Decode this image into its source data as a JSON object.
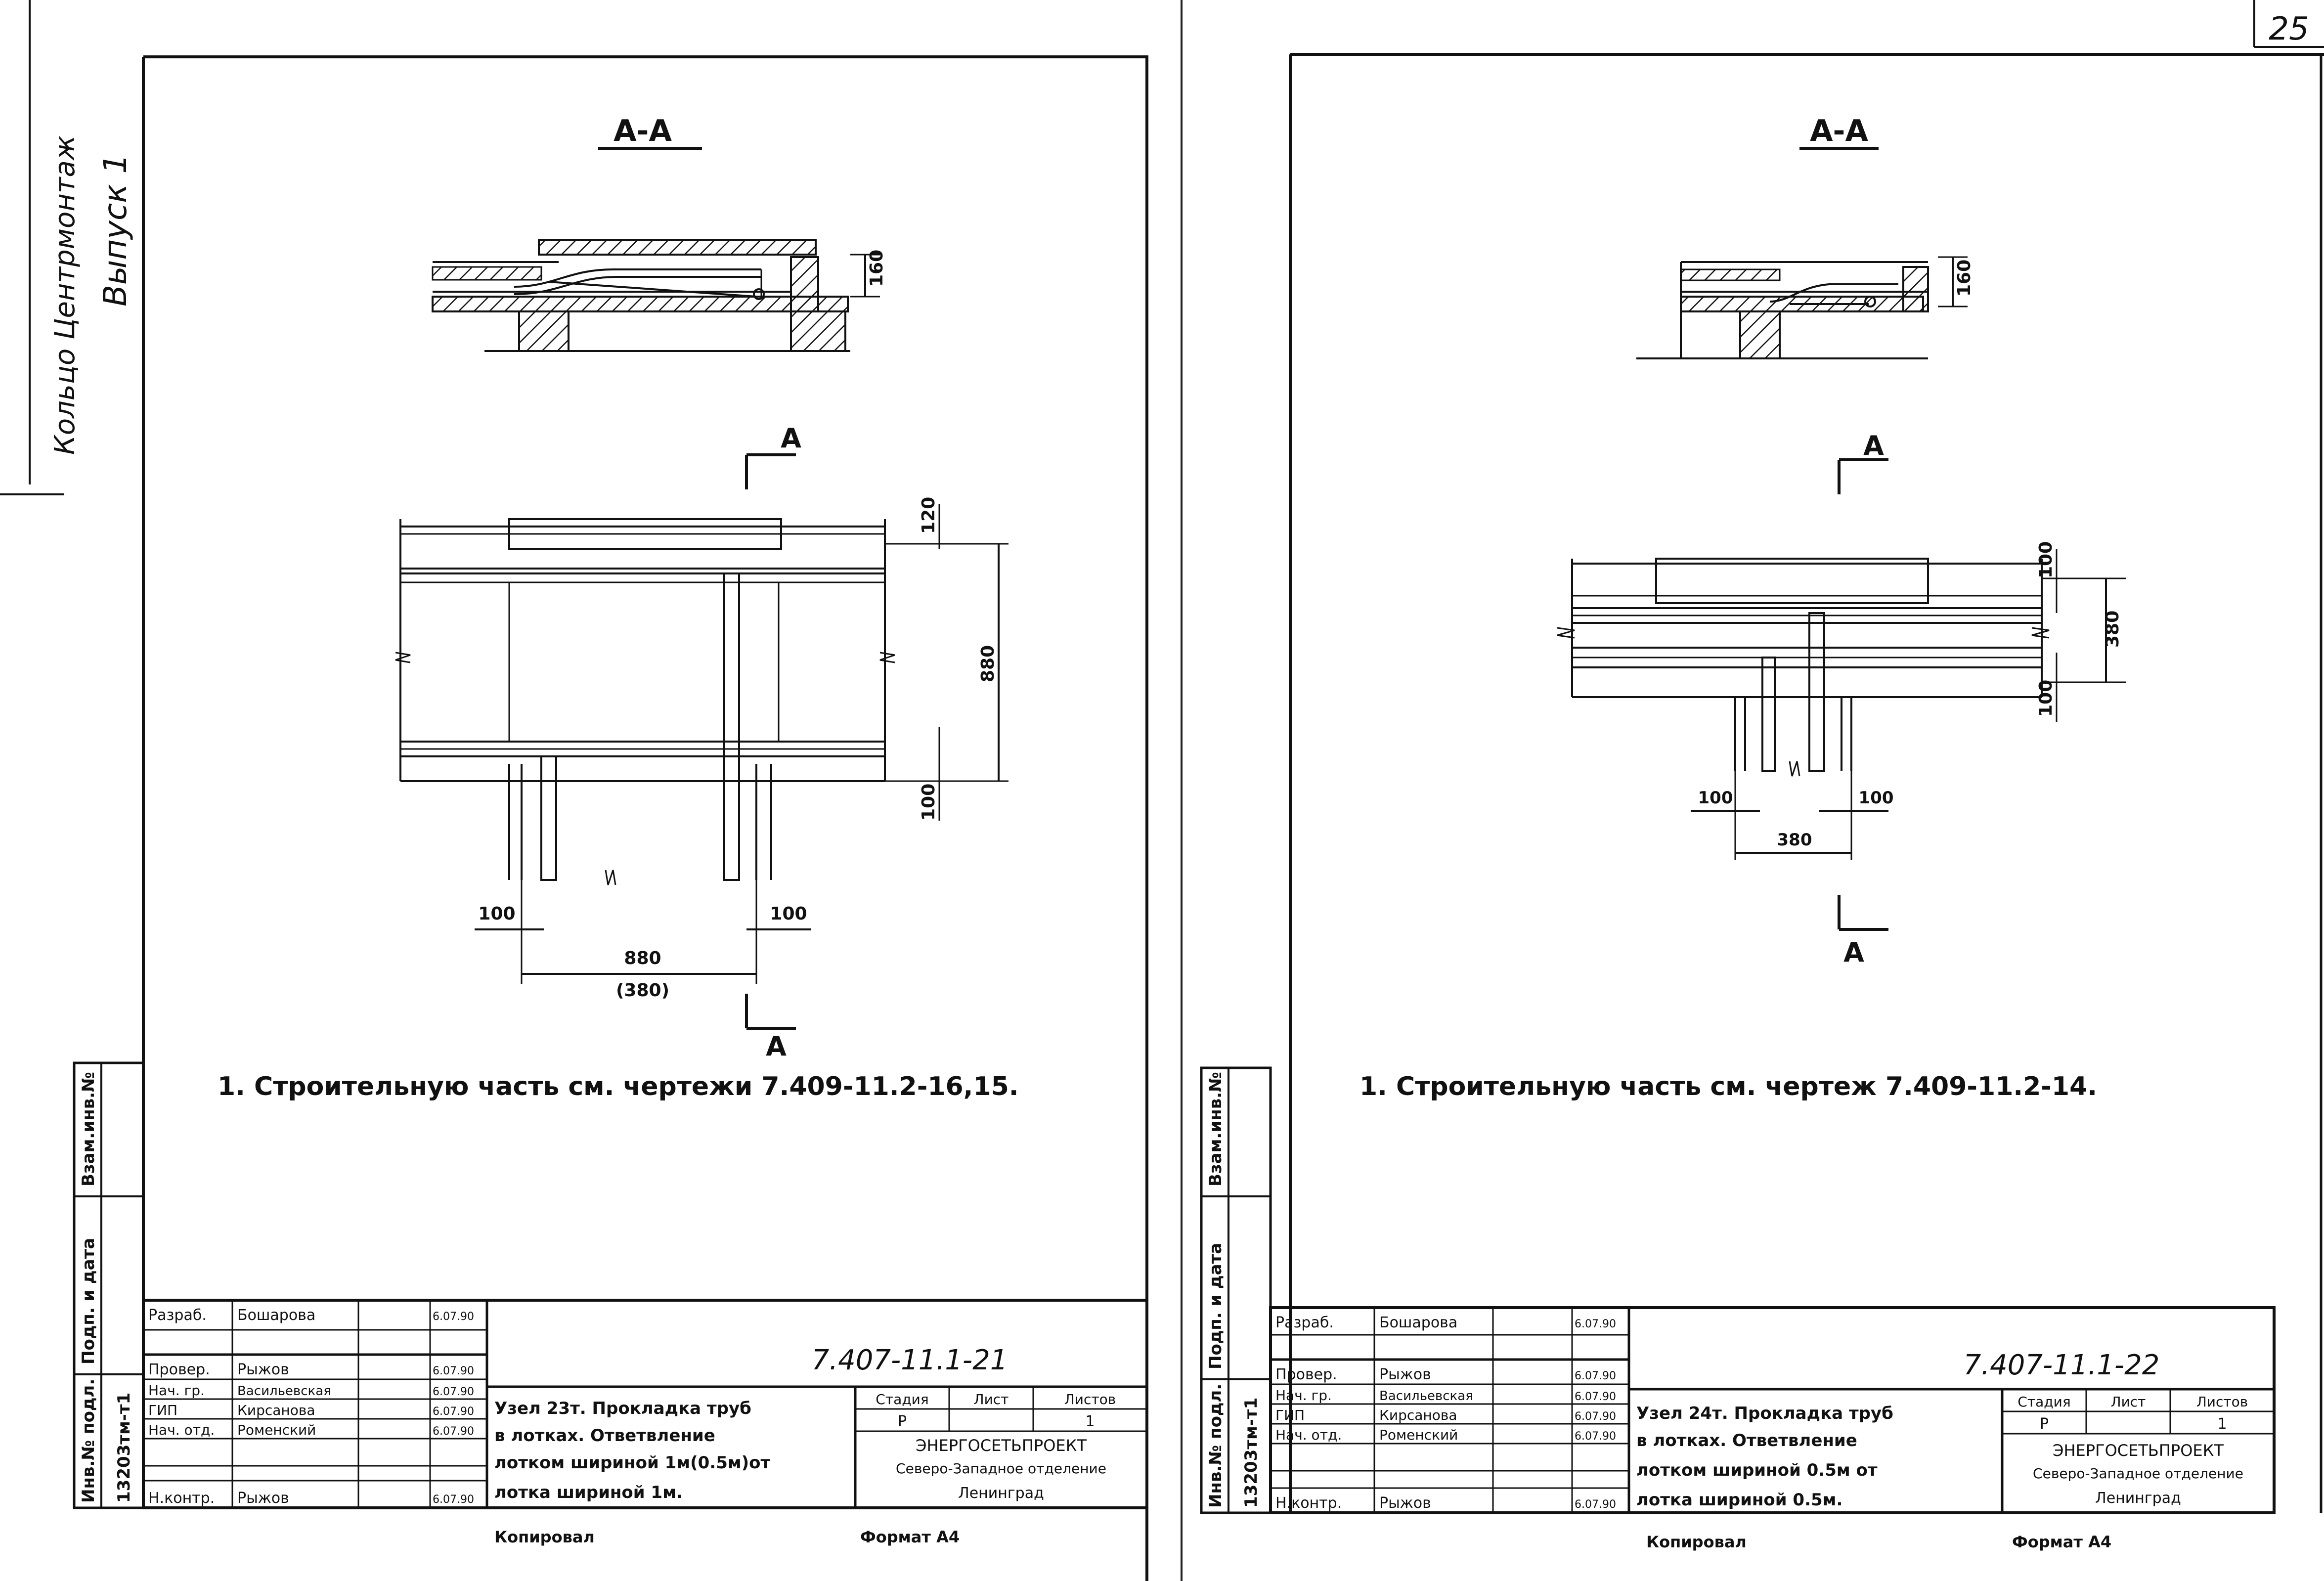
{
  "page_number": "25",
  "stamp_left": {
    "line1": "Кольцо Центрмонтаж",
    "line2": "Выпуск 1"
  },
  "sheets": [
    {
      "id": "sheet-1",
      "section_title": "А-А",
      "cut_label": "А",
      "dims": {
        "section_height": "160",
        "top_width": "120",
        "span": "880",
        "bottom_width": "100",
        "left_offset": "100",
        "right_offset": "100",
        "bottom_span": "880",
        "bottom_span_alt": "(380)"
      },
      "note": "1. Строительную часть см. чертежи 7.409-11.2-16,15.",
      "side_labels": {
        "inv_zam": "Взам.инв.№",
        "podp_data": "Подп. и дата",
        "inv_podl": "Инв.№ подл.",
        "inv_number": "13203тм-т1"
      },
      "title_block": {
        "rows": [
          {
            "role": "Разраб.",
            "name": "Бошарова",
            "date": "6.07.90"
          },
          {
            "role": "Провер.",
            "name": "Рыжов",
            "date": "6.07.90"
          },
          {
            "role": "Нач. гр.",
            "name": "Васильевская",
            "date": "6.07.90"
          },
          {
            "role": "ГИП",
            "name": "Кирсанова",
            "date": "6.07.90"
          },
          {
            "role": "Нач. отд.",
            "name": "Роменский",
            "date": "6.07.90"
          },
          {
            "role": "Н.контр.",
            "name": "Рыжов",
            "date": "6.07.90"
          }
        ],
        "doc_code": "7.407-11.1-21",
        "title_lines": [
          "Узел 23т. Прокладка труб",
          "в лотках. Ответвление",
          "лотком шириной 1м(0.5м)от",
          "лотка шириной 1м."
        ],
        "stage_header": "Стадия",
        "sheet_header": "Лист",
        "sheets_header": "Листов",
        "stage": "Р",
        "sheet_no": "",
        "sheets_total": "1",
        "org_lines": [
          "ЭНЕРГОСЕТЬПРОЕКТ",
          "Северо-Западное отделение",
          "Ленинград"
        ],
        "copied": "Копировал",
        "format": "Формат А4"
      }
    },
    {
      "id": "sheet-2",
      "section_title": "А-А",
      "cut_label": "А",
      "dims": {
        "section_height": "160",
        "top_width": "100",
        "span": "380",
        "bottom_width": "100",
        "left_offset": "100",
        "right_offset": "100",
        "bottom_span": "380"
      },
      "note": "1. Строительную часть см. чертеж 7.409-11.2-14.",
      "side_labels": {
        "inv_zam": "Взам.инв.№",
        "podp_data": "Подп. и дата",
        "inv_podl": "Инв.№ подл.",
        "inv_number": "13203тм-т1"
      },
      "title_block": {
        "rows": [
          {
            "role": "Разраб.",
            "name": "Бошарова",
            "date": "6.07.90"
          },
          {
            "role": "Провер.",
            "name": "Рыжов",
            "date": "6.07.90"
          },
          {
            "role": "Нач. гр.",
            "name": "Васильевская",
            "date": "6.07.90"
          },
          {
            "role": "ГИП",
            "name": "Кирсанова",
            "date": "6.07.90"
          },
          {
            "role": "Нач. отд.",
            "name": "Роменский",
            "date": "6.07.90"
          },
          {
            "role": "Н.контр.",
            "name": "Рыжов",
            "date": "6.07.90"
          }
        ],
        "doc_code": "7.407-11.1-22",
        "title_lines": [
          "Узел 24т. Прокладка труб",
          "в лотках. Ответвление",
          "лотком шириной 0.5м от",
          "лотка шириной 0.5м."
        ],
        "stage_header": "Стадия",
        "sheet_header": "Лист",
        "sheets_header": "Листов",
        "stage": "Р",
        "sheet_no": "",
        "sheets_total": "1",
        "org_lines": [
          "ЭНЕРГОСЕТЬПРОЕКТ",
          "Северо-Западное отделение",
          "Ленинград"
        ],
        "copied": "Копировал",
        "format": "Формат А4"
      }
    }
  ]
}
